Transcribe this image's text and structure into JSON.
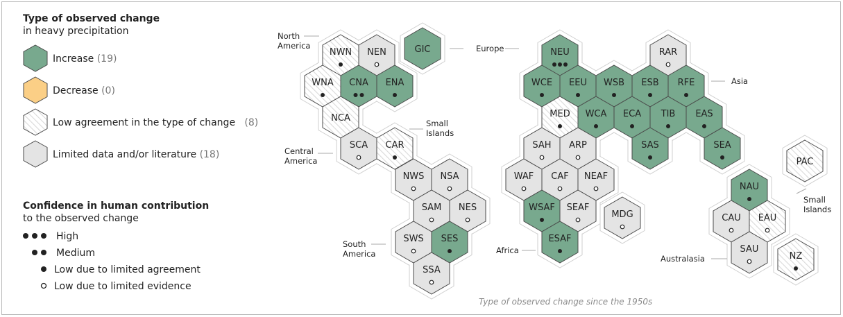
{
  "legend": {
    "title": "Type of observed change",
    "subtitle": "in heavy precipitation",
    "items": [
      {
        "label": "Increase",
        "count": "(19)",
        "fill": "#78a98e"
      },
      {
        "label": "Decrease",
        "count": "(0)",
        "fill": "#fbcf86"
      },
      {
        "label": "Low agreement in the type of change",
        "count": "(8)",
        "fill": "#ffffff"
      },
      {
        "label": "Limited data and/or literature",
        "count": "(18)",
        "fill": "#e4e4e4"
      }
    ]
  },
  "confidence": {
    "title": "Confidence in human contribution",
    "subtitle": "to the observed change",
    "items": [
      {
        "label": "High",
        "symbol": "filled-3"
      },
      {
        "label": "Medium",
        "symbol": "filled-2"
      },
      {
        "label": "Low due to limited agreement",
        "symbol": "filled-1"
      },
      {
        "label": "Low due to limited evidence",
        "symbol": "open-1"
      }
    ]
  },
  "colors": {
    "increase": "#78a98e",
    "decrease": "#fbcf86",
    "low_agreement": "#ffffff",
    "limited_data": "#e4e4e4",
    "hex_stroke": "#4a4a4a"
  },
  "groups": {
    "north_america": [
      "North",
      "America"
    ],
    "central_america": [
      "Central",
      "America"
    ],
    "south_america": [
      "South",
      "America"
    ],
    "small_islands_1": [
      "Small",
      "Islands"
    ],
    "europe": [
      "Europe"
    ],
    "asia": [
      "Asia"
    ],
    "africa": [
      "Africa"
    ],
    "australasia": [
      "Australasia"
    ],
    "small_islands_2": [
      "Small",
      "Islands"
    ]
  },
  "caption": "Type of observed change since the 1950s",
  "regions": [
    {
      "code": "NWN",
      "type": "low_agreement",
      "conf": "filled-1"
    },
    {
      "code": "NEN",
      "type": "limited_data",
      "conf": "open-1"
    },
    {
      "code": "GIC",
      "type": "increase",
      "conf": "none"
    },
    {
      "code": "WNA",
      "type": "low_agreement",
      "conf": "filled-1"
    },
    {
      "code": "CNA",
      "type": "increase",
      "conf": "filled-2"
    },
    {
      "code": "ENA",
      "type": "increase",
      "conf": "filled-1"
    },
    {
      "code": "NCA",
      "type": "low_agreement",
      "conf": "none"
    },
    {
      "code": "SCA",
      "type": "limited_data",
      "conf": "open-1"
    },
    {
      "code": "CAR",
      "type": "low_agreement",
      "conf": "filled-1"
    },
    {
      "code": "NWS",
      "type": "limited_data",
      "conf": "open-1"
    },
    {
      "code": "NSA",
      "type": "limited_data",
      "conf": "open-1"
    },
    {
      "code": "SAM",
      "type": "limited_data",
      "conf": "open-1"
    },
    {
      "code": "NES",
      "type": "limited_data",
      "conf": "open-1"
    },
    {
      "code": "SWS",
      "type": "limited_data",
      "conf": "open-1"
    },
    {
      "code": "SES",
      "type": "increase",
      "conf": "filled-1"
    },
    {
      "code": "SSA",
      "type": "limited_data",
      "conf": "open-1"
    },
    {
      "code": "NEU",
      "type": "increase",
      "conf": "filled-3"
    },
    {
      "code": "RAR",
      "type": "limited_data",
      "conf": "open-1"
    },
    {
      "code": "WCE",
      "type": "increase",
      "conf": "filled-1"
    },
    {
      "code": "EEU",
      "type": "increase",
      "conf": "filled-1"
    },
    {
      "code": "WSB",
      "type": "increase",
      "conf": "filled-1"
    },
    {
      "code": "ESB",
      "type": "increase",
      "conf": "filled-1"
    },
    {
      "code": "RFE",
      "type": "increase",
      "conf": "filled-1"
    },
    {
      "code": "MED",
      "type": "low_agreement",
      "conf": "filled-1"
    },
    {
      "code": "WCA",
      "type": "increase",
      "conf": "filled-1"
    },
    {
      "code": "ECA",
      "type": "increase",
      "conf": "filled-1"
    },
    {
      "code": "TIB",
      "type": "increase",
      "conf": "filled-1"
    },
    {
      "code": "EAS",
      "type": "increase",
      "conf": "filled-1"
    },
    {
      "code": "SAH",
      "type": "limited_data",
      "conf": "open-1"
    },
    {
      "code": "ARP",
      "type": "limited_data",
      "conf": "open-1"
    },
    {
      "code": "SAS",
      "type": "increase",
      "conf": "filled-1"
    },
    {
      "code": "SEA",
      "type": "increase",
      "conf": "filled-1"
    },
    {
      "code": "WAF",
      "type": "limited_data",
      "conf": "open-1"
    },
    {
      "code": "CAF",
      "type": "limited_data",
      "conf": "open-1"
    },
    {
      "code": "NEAF",
      "type": "limited_data",
      "conf": "open-1"
    },
    {
      "code": "WSAF",
      "type": "increase",
      "conf": "filled-1"
    },
    {
      "code": "SEAF",
      "type": "limited_data",
      "conf": "open-1"
    },
    {
      "code": "MDG",
      "type": "limited_data",
      "conf": "open-1"
    },
    {
      "code": "ESAF",
      "type": "increase",
      "conf": "filled-1"
    },
    {
      "code": "PAC",
      "type": "low_agreement",
      "conf": "none"
    },
    {
      "code": "NAU",
      "type": "increase",
      "conf": "filled-1"
    },
    {
      "code": "CAU",
      "type": "limited_data",
      "conf": "open-1"
    },
    {
      "code": "EAU",
      "type": "low_agreement",
      "conf": "open-1"
    },
    {
      "code": "SAU",
      "type": "limited_data",
      "conf": "open-1"
    },
    {
      "code": "NZ",
      "type": "low_agreement",
      "conf": "filled-1"
    }
  ]
}
